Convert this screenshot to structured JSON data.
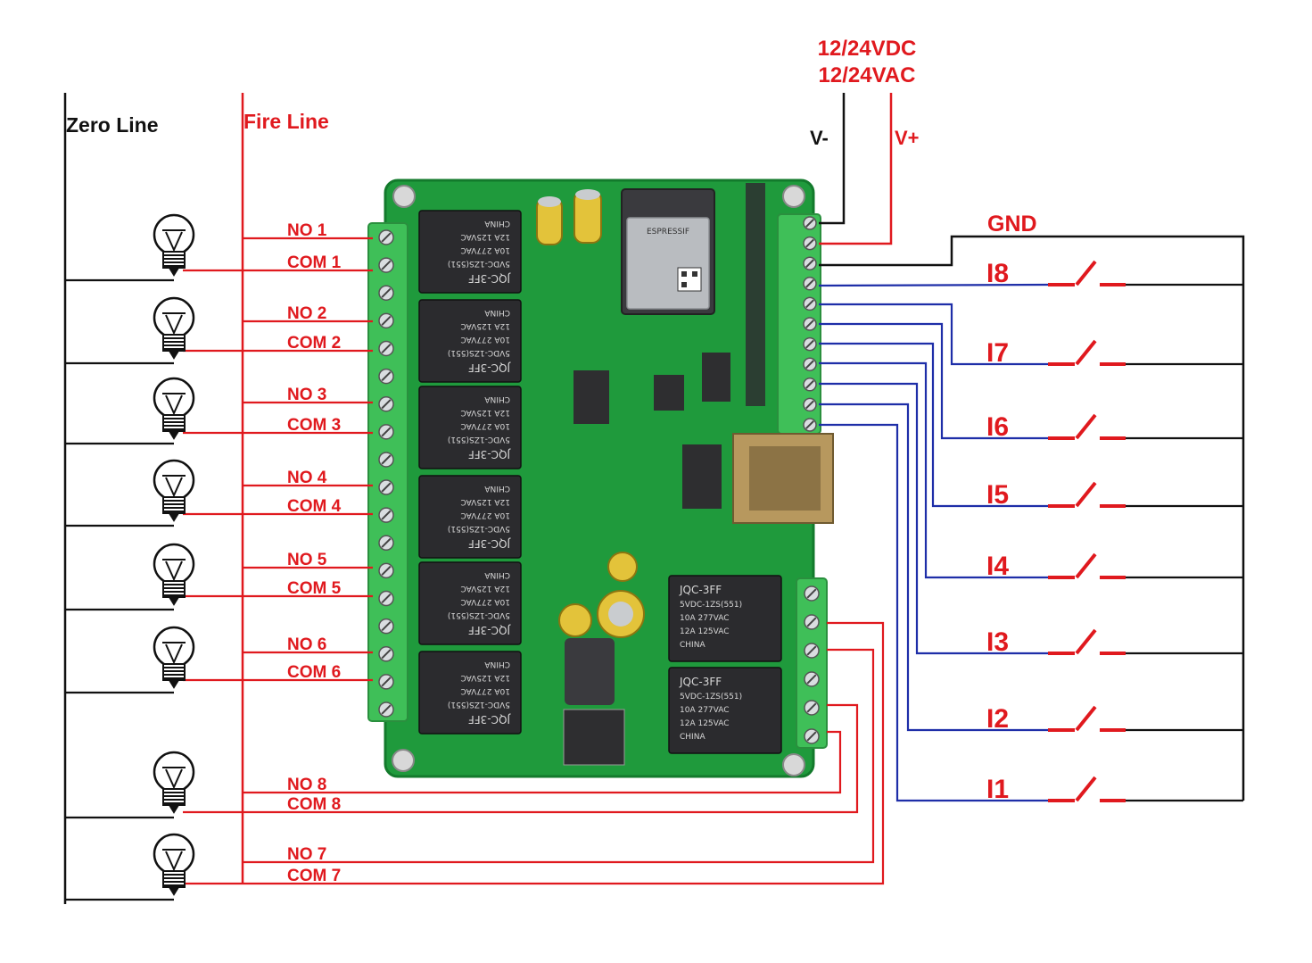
{
  "supply": {
    "line1": "12/24VDC",
    "line2": "12/24VAC",
    "v_minus": "V-",
    "v_plus": "V+"
  },
  "mains": {
    "zero_line": "Zero Line",
    "fire_line": "Fire Line"
  },
  "relays": [
    {
      "no": "NO 1",
      "com": "COM 1"
    },
    {
      "no": "NO 2",
      "com": "COM 2"
    },
    {
      "no": "NO 3",
      "com": "COM 3"
    },
    {
      "no": "NO 4",
      "com": "COM 4"
    },
    {
      "no": "NO 5",
      "com": "COM 5"
    },
    {
      "no": "NO 6",
      "com": "COM 6"
    },
    {
      "no": "NO 8",
      "com": "COM 8"
    },
    {
      "no": "NO 7",
      "com": "COM 7"
    }
  ],
  "inputs": {
    "gnd": "GND",
    "labels": [
      "I8",
      "I7",
      "I6",
      "I5",
      "I4",
      "I3",
      "I2",
      "I1"
    ]
  },
  "board": {
    "module_brand": "ESPRESSIF",
    "relay_brand": "JQC-3FF",
    "relay_coil": "5VDC-1ZS(551)",
    "relay_rating_1": "10A 277VAC",
    "relay_rating_2": "12A 125VAC",
    "relay_origin": "CHINA"
  },
  "colors": {
    "wire_red": "#e0191e",
    "wire_black": "#111111",
    "wire_blue": "#1e2ea8",
    "pcb_green": "#1f9a3c",
    "relay_body": "#2b2b2e",
    "terminal_green": "#3fbf58"
  }
}
